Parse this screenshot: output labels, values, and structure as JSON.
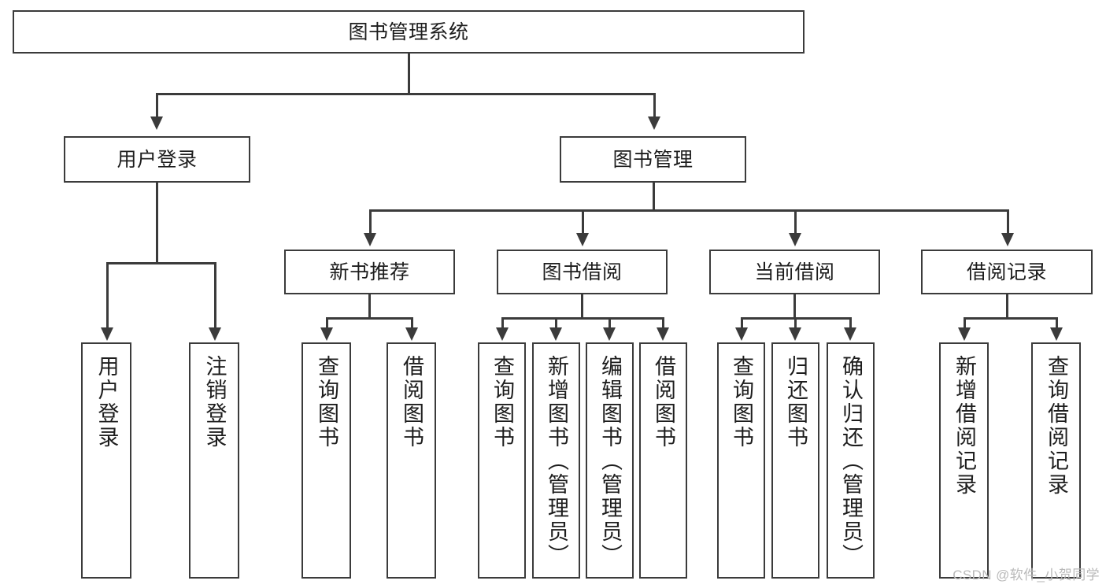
{
  "diagram": {
    "title": "图书管理系统",
    "type": "tree-structure-chart",
    "root": {
      "id": "root",
      "label": "图书管理系统"
    },
    "level2": [
      {
        "id": "user-login",
        "label": "用户登录"
      },
      {
        "id": "book-manage",
        "label": "图书管理"
      }
    ],
    "level3": [
      {
        "id": "new-book-rec",
        "label": "新书推荐"
      },
      {
        "id": "book-borrow",
        "label": "图书借阅"
      },
      {
        "id": "current-borrow",
        "label": "当前借阅"
      },
      {
        "id": "borrow-record",
        "label": "借阅记录"
      }
    ],
    "leaves": [
      {
        "id": "leaf-user-login",
        "label": "用户登录",
        "parent": "用户登录"
      },
      {
        "id": "leaf-logout",
        "label": "注销登录",
        "parent": "用户登录"
      },
      {
        "id": "leaf-query-book-1",
        "label": "查询图书",
        "parent": "新书推荐"
      },
      {
        "id": "leaf-borrow-book-1",
        "label": "借阅图书",
        "parent": "新书推荐"
      },
      {
        "id": "leaf-query-book-2",
        "label": "查询图书",
        "parent": "图书借阅"
      },
      {
        "id": "leaf-add-book",
        "label": "新增图书（管理员）",
        "parent": "图书借阅"
      },
      {
        "id": "leaf-edit-book",
        "label": "编辑图书（管理员）",
        "parent": "图书借阅"
      },
      {
        "id": "leaf-borrow-book-2",
        "label": "借阅图书",
        "parent": "图书借阅"
      },
      {
        "id": "leaf-query-book-3",
        "label": "查询图书",
        "parent": "当前借阅"
      },
      {
        "id": "leaf-return-book",
        "label": "归还图书",
        "parent": "当前借阅"
      },
      {
        "id": "leaf-confirm-return",
        "label": "确认归还（管理员）",
        "parent": "当前借阅"
      },
      {
        "id": "leaf-add-record",
        "label": "新增借阅记录",
        "parent": "借阅记录"
      },
      {
        "id": "leaf-query-record",
        "label": "查询借阅记录",
        "parent": "借阅记录"
      }
    ],
    "watermark": "CSDN @软件_小贺同学",
    "colors": {
      "stroke": "#3b3b3b",
      "fill": "#ffffff",
      "text": "#1d1d1d",
      "watermark": "#b9b9b9"
    }
  }
}
